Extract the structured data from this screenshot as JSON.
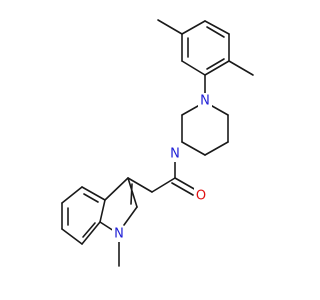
{
  "molecule": {
    "atoms": {
      "piperazine_n_top": "N",
      "piperazine_n_bottom": "N",
      "carbonyl_o": "O",
      "indole_n": "N"
    },
    "colors": {
      "bond": "#1a1a1a",
      "nitrogen": "#1f1fd6",
      "oxygen": "#e01010"
    }
  }
}
